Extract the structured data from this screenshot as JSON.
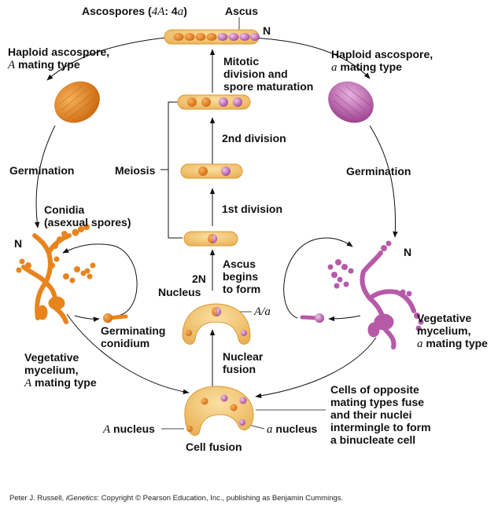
{
  "labels": {
    "ascospores_prefix": "Ascospores (",
    "ascospores_A": "4A",
    "ascospores_sep": ": 4",
    "ascospores_a": "a",
    "ascospores_suffix": ")",
    "ascus": "Ascus",
    "n_top": "N",
    "n_left": "N",
    "n_right": "N",
    "haploid_A_line1": "Haploid ascospore,",
    "haploid_A_letter": "A",
    "haploid_A_rest": " mating type",
    "haploid_a_line1": "Haploid ascospore,",
    "haploid_a_letter": "a",
    "haploid_a_rest": " mating type",
    "mitotic_line1": "Mitotic",
    "mitotic_line2": "division and",
    "mitotic_line3": "spore maturation",
    "second_division": "2nd division",
    "meiosis": "Meiosis",
    "first_division": "1st division",
    "germination_left": "Germination",
    "germination_right": "Germination",
    "conidia_line1": "Conidia",
    "conidia_line2": "(asexual spores)",
    "ascus_begins_line1": "Ascus",
    "ascus_begins_line2": "begins",
    "ascus_begins_line3": "to form",
    "two_n": "2N",
    "nucleus": "Nucleus",
    "A_over_a": "A/a",
    "germinating_line1": "Germinating",
    "germinating_line2": "conidium",
    "veg_A_line1": "Vegetative",
    "veg_A_line2": "mycelium,",
    "veg_A_letter": "A",
    "veg_A_rest": " mating type",
    "veg_a_line1": "Vegetative",
    "veg_a_line2": "mycelium,",
    "veg_a_letter": "a",
    "veg_a_rest": " mating type",
    "nuclear_line1": "Nuclear",
    "nuclear_line2": "fusion",
    "A_nucleus_letter": "A",
    "A_nucleus_rest": " nucleus",
    "a_nucleus_letter": "a",
    "a_nucleus_rest": " nucleus",
    "cell_fusion": "Cell fusion",
    "cells_line1": "Cells of opposite",
    "cells_line2": "mating types fuse",
    "cells_line3": "and their nuclei",
    "cells_line4": "intermingle to form",
    "cells_line5": "a binucleate cell"
  },
  "credit": {
    "author": "Peter J. Russell, ",
    "book": "iGenetics",
    "rest": ": Copyright © Pearson Education, Inc., publishing as Benjamin Cummings."
  },
  "colors": {
    "orange": "#e8841c",
    "purple": "#b65aa8",
    "cell": "#f3c368",
    "cell_edge": "#d89a38",
    "ink": "#111111"
  }
}
